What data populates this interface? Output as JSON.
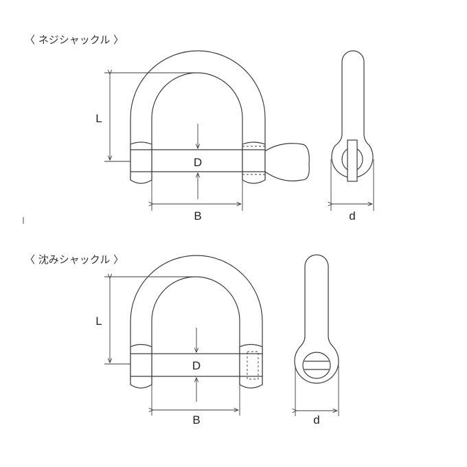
{
  "screw_shackle": {
    "title": "〈 ネジシャックル 〉",
    "label_L": "L",
    "label_D": "D",
    "label_B": "B",
    "label_d": "d"
  },
  "sunk_shackle": {
    "title": "〈 沈みシャックル 〉",
    "label_L": "L",
    "label_D": "D",
    "label_B": "B",
    "label_d": "d"
  }
}
